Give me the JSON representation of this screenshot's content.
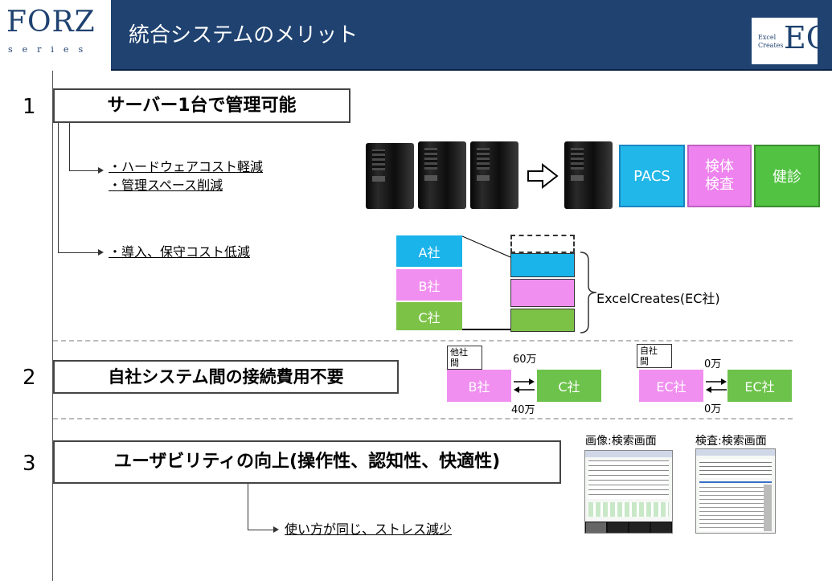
{
  "header": {
    "logo": {
      "forz": "FORZ",
      "series": "series"
    },
    "title": "統合システムのメリット",
    "ec_logo": {
      "small": "Excel Creates",
      "big": "EC"
    },
    "colors": {
      "header_bg": "#1f4270"
    }
  },
  "sections": [
    {
      "number": "1",
      "heading": "サーバー1台で管理可能",
      "bullets": [
        "・ハードウェアコスト軽減",
        "・管理スペース削減",
        "・導入、保守コスト低減"
      ],
      "tiles": [
        {
          "label": "PACS",
          "color": "#21b7e8"
        },
        {
          "label": "検体\n検査",
          "color": "#ee82ee"
        },
        {
          "label": "健診",
          "color": "#52c242"
        }
      ],
      "companies": [
        {
          "label": "A社",
          "color": "#1ab3ea"
        },
        {
          "label": "B社",
          "color": "#f08ff0"
        },
        {
          "label": "C社",
          "color": "#7cc247"
        }
      ],
      "brace_label": "ExcelCreates(EC社)"
    },
    {
      "number": "2",
      "heading": "自社システム間の接続費用不要",
      "left": {
        "tag": "他社\n間",
        "from": "B社",
        "to": "C社",
        "top_cost": "60万",
        "bottom_cost": "40万"
      },
      "right": {
        "tag": "自社\n間",
        "from": "EC社",
        "to": "EC社",
        "top_cost": "0万",
        "bottom_cost": "0万"
      }
    },
    {
      "number": "3",
      "heading": "ユーザビリティの向上(操作性、認知性、快適性)",
      "bullet": "使い方が同じ、ストレス減少",
      "screens": [
        "画像:検索画面",
        "検査:検索画面"
      ]
    }
  ],
  "icons": [
    "server-icon",
    "hollow-right-arrow-icon",
    "double-arrow-icon"
  ]
}
